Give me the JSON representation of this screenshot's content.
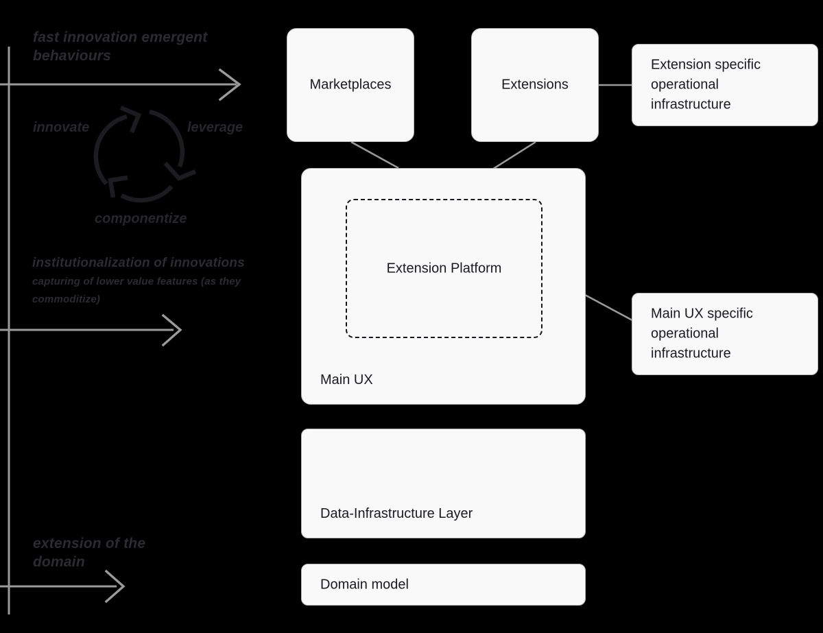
{
  "diagram": {
    "title": "Extension Platform architecture diagram",
    "background_color": "#000000",
    "box_fill": "#f9f9f9",
    "box_border": "#b8b8b8",
    "axis_color": "#9b9b9b",
    "annotation_color": "#2b2b30",
    "connector_color": "#9b9b9b",
    "dashed_border_color": "#15151a"
  },
  "axis_annotations": [
    {
      "id": "fast-innovation",
      "line1": "fast innovation emergent",
      "line2": "behaviours"
    },
    {
      "id": "institutionalization",
      "line1": "institutionalization of innovations",
      "line2": "capturing of lower value features (as they",
      "line3": "commoditize)"
    },
    {
      "id": "extension-of-domain",
      "line1": "extension of the",
      "line2": "domain"
    }
  ],
  "cycle": {
    "name": "innovate-leverage-componentize-cycle",
    "labels": {
      "left": "innovate",
      "right": "leverage",
      "bottom": "componentize"
    }
  },
  "boxes": {
    "marketplaces": {
      "label": "Marketplaces"
    },
    "extensions": {
      "label": "Extensions"
    },
    "extension_specific_infra": {
      "label": "Extension specific\noperational\ninfrastructure"
    },
    "main_ux": {
      "label": "Main UX"
    },
    "extension_platform": {
      "label": "Extension Platform"
    },
    "main_ux_specific_infra": {
      "label": "Main UX specific\noperational\ninfrastructure"
    },
    "data_infrastructure_layer": {
      "label": "Data-Infrastructure Layer"
    },
    "domain_model": {
      "label": "Domain model"
    }
  },
  "connectors": [
    {
      "from": "marketplaces",
      "to": "main_ux"
    },
    {
      "from": "extensions",
      "to": "extension_platform"
    },
    {
      "from": "extensions",
      "to": "extension_specific_infra"
    },
    {
      "from": "main_ux",
      "to": "main_ux_specific_infra"
    }
  ]
}
